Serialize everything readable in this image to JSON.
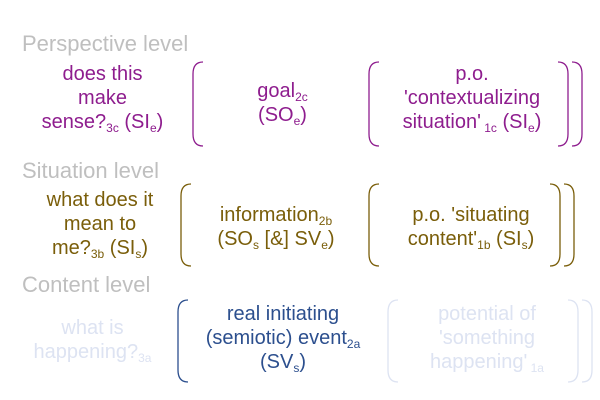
{
  "colors": {
    "perspective": "#8e1d8e",
    "situation": "#7a5e0a",
    "content": "#2c4f8e",
    "level_label": "#bfbfbf",
    "faint": "#dde3f2"
  },
  "levels": {
    "perspective": {
      "label": "Perspective level",
      "question": {
        "l1": "does this",
        "l2": "make",
        "l3a": "sense?",
        "sub1": "3c",
        "l3b": " (SI",
        "sub2": "e",
        "l3c": ")"
      },
      "goal": {
        "l1a": "goal",
        "sub1": "2c",
        "l2a": "(SO",
        "sub2": "e",
        "l2b": ")"
      },
      "po": {
        "l1": "p.o.",
        "l2": "'contextualizing",
        "l3a": "situation'",
        "sub1": " 1c",
        "l3b": " (SI",
        "sub2": "e",
        "l3c": ")"
      }
    },
    "situation": {
      "label": "Situation level",
      "question": {
        "l1": "what does it",
        "l2": "mean to",
        "l3a": "me?",
        "sub1": "3b",
        "l3b": " (SI",
        "sub2": "s",
        "l3c": ")"
      },
      "goal": {
        "l1a": "information",
        "sub1": "2b",
        "l2a": "(SO",
        "sub2": "s",
        "l2b": " [&] SV",
        "sub3": "e",
        "l2c": ")"
      },
      "po": {
        "l1": "p.o. 'situating",
        "l2a": "content'",
        "sub1": "1b",
        "l2b": " (SI",
        "sub2": "s",
        "l2c": ")"
      }
    },
    "content": {
      "label": "Content level",
      "question": {
        "l1": "what is",
        "l2a": "happening?",
        "sub1": "3a"
      },
      "goal": {
        "l1": "real initiating",
        "l2a": "(semiotic) event",
        "sub1": "2a",
        "l3a": "(SV",
        "sub2": "s",
        "l3b": ")"
      },
      "po": {
        "l1": "potential of",
        "l2": "'something",
        "l3a": "happening'",
        "sub1": " 1a"
      }
    }
  }
}
